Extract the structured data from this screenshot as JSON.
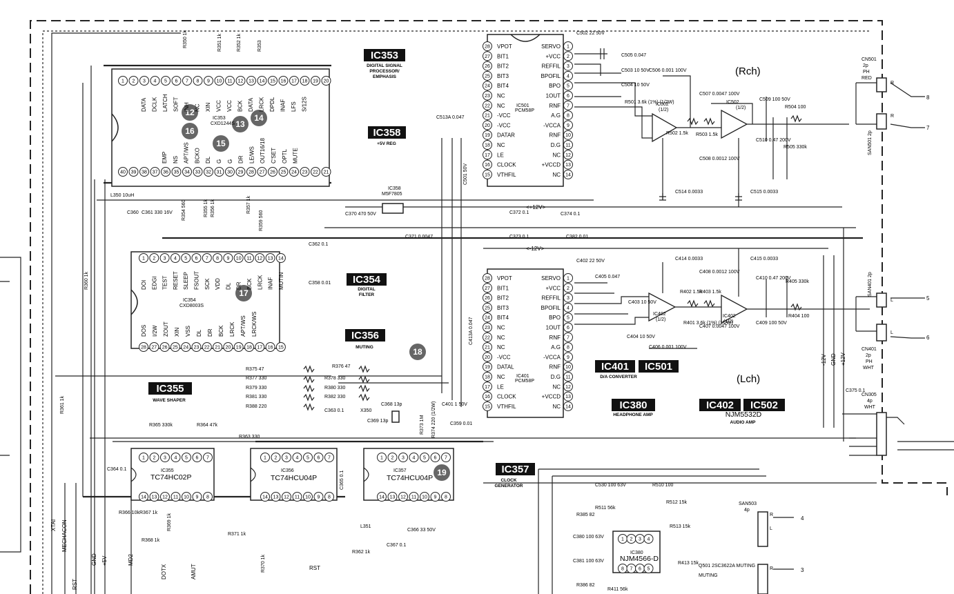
{
  "ic_labels": {
    "ic353": {
      "tag": "IC353",
      "desc": "DIGITAL SIGNAL PROCESSOR/ EMPHASIS"
    },
    "ic358": {
      "tag": "IC358",
      "desc": "+5V REG"
    },
    "ic354": {
      "tag": "IC354",
      "desc": "DIGITAL FILTER"
    },
    "ic356": {
      "tag": "IC356",
      "desc": "MUTING"
    },
    "ic355": {
      "tag": "IC355",
      "desc": "WAVE SHAPER"
    },
    "ic357": {
      "tag": "IC357",
      "desc": "CLOCK GENERATOR"
    },
    "ic401": {
      "tag": "IC401"
    },
    "ic501": {
      "tag": "IC501"
    },
    "dac_desc": "D/A CONVERTER",
    "ic380": {
      "tag": "IC380",
      "desc": "HEADPHONE AMP"
    },
    "ic402": {
      "tag": "IC402"
    },
    "ic502": {
      "tag": "IC502"
    },
    "audio_part": "NJM5532D",
    "audio_desc": "AUDIO AMP"
  },
  "channels": {
    "rch": "(Rch)",
    "lch": "(Lch)"
  },
  "chips": {
    "ic353": {
      "name": "IC353",
      "part": "CXD1244S",
      "top_pins": [
        "1",
        "2",
        "3",
        "4",
        "5",
        "6",
        "7",
        "8",
        "9",
        "10",
        "11",
        "12",
        "13",
        "14",
        "15",
        "16",
        "17",
        "18",
        "19",
        "20"
      ],
      "bottom_pins": [
        "40",
        "39",
        "38",
        "37",
        "36",
        "35",
        "34",
        "33",
        "32",
        "31",
        "30",
        "29",
        "28",
        "27",
        "26",
        "25",
        "24",
        "23",
        "22",
        "21"
      ],
      "top_sigs": [
        "DATA",
        "DCLK",
        "LATCH",
        "SOFT",
        "INH",
        "NC",
        "XIN",
        "VCC",
        "VCC",
        "BCK",
        "DATA",
        "LRCK",
        "DPDL",
        "INAF",
        "LFS",
        "S/12S"
      ],
      "bottom_sigs": [
        "EMP",
        "NS",
        "APT/WS",
        "BCKO",
        "DL",
        "G",
        "G",
        "DR",
        "LE/WS",
        "OUT16/18",
        "C'SET",
        "OPTL",
        "MUTE"
      ]
    },
    "ic354": {
      "name": "IC354",
      "part": "CXD8003S",
      "top_pins": [
        "1",
        "2",
        "3",
        "4",
        "5",
        "6",
        "7",
        "8",
        "9",
        "10",
        "11",
        "12",
        "13",
        "14"
      ],
      "bottom_pins": [
        "28",
        "27",
        "26",
        "25",
        "24",
        "23",
        "22",
        "21",
        "20",
        "19",
        "18",
        "17",
        "16",
        "15"
      ],
      "top_sigs": [
        "DOI",
        "EDGI",
        "TEST",
        "RESET",
        "SLEEP",
        "FSOUT",
        "SCK",
        "VDD",
        "DL",
        "DR",
        "BCK",
        "LRCK",
        "INAF",
        "MUTIN"
      ],
      "bottom_sigs": [
        "DOS",
        "I/2W",
        "ZOUT",
        "XIN",
        "VSS",
        "DL",
        "DR",
        "BCK",
        "LRCK",
        "APT/WS",
        "LRCK/WS"
      ]
    },
    "ic501": {
      "name": "IC501",
      "part": "PCM58P",
      "left": [
        [
          "28",
          "VPOT"
        ],
        [
          "27",
          "BIT1"
        ],
        [
          "26",
          "BIT2"
        ],
        [
          "25",
          "BIT3"
        ],
        [
          "24",
          "BIT4"
        ],
        [
          "23",
          "NC"
        ],
        [
          "22",
          "NC"
        ],
        [
          "21",
          "-VCC"
        ],
        [
          "20",
          "-VCC"
        ],
        [
          "19",
          "DATAR"
        ],
        [
          "18",
          "NC"
        ],
        [
          "17",
          "LE"
        ],
        [
          "16",
          "CLOCK"
        ],
        [
          "15",
          "VTHFIL"
        ]
      ],
      "right": [
        [
          "1",
          "SERVO"
        ],
        [
          "2",
          "+VCC"
        ],
        [
          "3",
          "REFFIL"
        ],
        [
          "4",
          "BPOFIL"
        ],
        [
          "5",
          "BPO"
        ],
        [
          "6",
          "1OUT"
        ],
        [
          "7",
          "RNF"
        ],
        [
          "8",
          "A.G"
        ],
        [
          "9",
          "-VCCA"
        ],
        [
          "10",
          "RNF"
        ],
        [
          "11",
          "D.G"
        ],
        [
          "12",
          "NC"
        ],
        [
          "13",
          "+VCCD"
        ],
        [
          "14",
          "NC"
        ]
      ]
    },
    "ic401": {
      "name": "IC401",
      "part": "PCM58P",
      "left": [
        [
          "28",
          "VPOT"
        ],
        [
          "27",
          "BIT1"
        ],
        [
          "26",
          "BIT2"
        ],
        [
          "25",
          "BIT3"
        ],
        [
          "24",
          "BIT4"
        ],
        [
          "23",
          "NC"
        ],
        [
          "22",
          "NC"
        ],
        [
          "21",
          "NC"
        ],
        [
          "20",
          "-VCC"
        ],
        [
          "19",
          "DATAL"
        ],
        [
          "18",
          "NC"
        ],
        [
          "17",
          "LE"
        ],
        [
          "16",
          "CLOCK"
        ],
        [
          "15",
          "VTHFIL"
        ]
      ],
      "right": [
        [
          "1",
          "SERVO"
        ],
        [
          "2",
          "+VCC"
        ],
        [
          "3",
          "REFFIL"
        ],
        [
          "4",
          "BPOFIL"
        ],
        [
          "5",
          "BPO"
        ],
        [
          "6",
          "1OUT"
        ],
        [
          "7",
          "RNF"
        ],
        [
          "8",
          "A.G"
        ],
        [
          "9",
          "-VCCA"
        ],
        [
          "10",
          "RNF"
        ],
        [
          "11",
          "D.G"
        ],
        [
          "12",
          "NC"
        ],
        [
          "13",
          "+VCCD"
        ],
        [
          "14",
          "NC"
        ]
      ]
    },
    "ic355": {
      "name": "IC355",
      "part": "TC74HC02P",
      "top": [
        "1",
        "2",
        "3",
        "4",
        "5",
        "6",
        "7"
      ],
      "bottom": [
        "14",
        "13",
        "12",
        "11",
        "10",
        "9",
        "8"
      ]
    },
    "ic356": {
      "name": "IC356",
      "part": "TC74HCU04P",
      "top": [
        "1",
        "2",
        "3",
        "4",
        "5",
        "6",
        "7"
      ],
      "bottom": [
        "14",
        "13",
        "12",
        "11",
        "10",
        "9",
        "8"
      ]
    },
    "ic357": {
      "name": "IC357",
      "part": "TC74HCU04P",
      "top": [
        "1",
        "2",
        "3",
        "4",
        "5",
        "6",
        "7"
      ],
      "bottom": [
        "14",
        "13",
        "12",
        "11",
        "10",
        "9",
        "8"
      ]
    },
    "ic380": {
      "name": "IC380",
      "part": "NJM4566-D",
      "top": [
        "1",
        "2",
        "3",
        "4"
      ],
      "bottom": [
        "8",
        "7",
        "6",
        "5"
      ]
    },
    "ic358": {
      "name": "IC358",
      "part": "M5F7805"
    }
  },
  "opamps": {
    "ic502a": {
      "name": "IC502",
      "sub": "(1/2)"
    },
    "ic502b": {
      "name": "IC502",
      "sub": "(1/2)"
    },
    "ic402a": {
      "name": "IC402",
      "sub": "(1/2)"
    },
    "ic402b": {
      "name": "IC402",
      "sub": "(1/2)"
    }
  },
  "components": [
    {
      "id": "r350",
      "text": "R350 1k"
    },
    {
      "id": "r351",
      "text": "R351 1k"
    },
    {
      "id": "r352",
      "text": "R352 1k"
    },
    {
      "id": "r353",
      "text": "R353"
    },
    {
      "id": "c502",
      "text": "C502 22 50V"
    },
    {
      "id": "c505",
      "text": "C505 0.047"
    },
    {
      "id": "c503",
      "text": "C503 10 50V"
    },
    {
      "id": "c504",
      "text": "C504 10 50V"
    },
    {
      "id": "c506",
      "text": "C506 0.001 100V"
    },
    {
      "id": "r501",
      "text": "R501 3.6k (1%) (1/2W)"
    },
    {
      "id": "r502",
      "text": "R502 1.5k"
    },
    {
      "id": "r503",
      "text": "R503 1.5k"
    },
    {
      "id": "c507",
      "text": "C507 0.0047 100V"
    },
    {
      "id": "c509",
      "text": "C509 100 50V"
    },
    {
      "id": "r504",
      "text": "R504 100"
    },
    {
      "id": "c510",
      "text": "C510 0.47 200V"
    },
    {
      "id": "r505",
      "text": "R505 330k"
    },
    {
      "id": "c508",
      "text": "C508 0.0012 100V"
    },
    {
      "id": "c513a",
      "text": "C513A 0.047"
    },
    {
      "id": "c514",
      "text": "C514 0.0033"
    },
    {
      "id": "c515",
      "text": "C515 0.0033"
    },
    {
      "id": "l350",
      "text": "L350 10uH"
    },
    {
      "id": "c360",
      "text": "C360"
    },
    {
      "id": "c361",
      "text": "C361 330 16V"
    },
    {
      "id": "r354",
      "text": "R354 560"
    },
    {
      "id": "r355",
      "text": "R355 1k"
    },
    {
      "id": "r356",
      "text": "R356 1k"
    },
    {
      "id": "r357",
      "text": "R357 1k"
    },
    {
      "id": "r359",
      "text": "R359 560"
    },
    {
      "id": "c370",
      "text": "C370 470 50V"
    },
    {
      "id": "c371",
      "text": "C371 0.0047"
    },
    {
      "id": "c372",
      "text": "C372 0.1"
    },
    {
      "id": "c373",
      "text": "C373 0.1"
    },
    {
      "id": "c374",
      "text": "C374 0.1"
    },
    {
      "id": "c382",
      "text": "C382 0.01"
    },
    {
      "id": "c501",
      "text": "C501 50V"
    },
    {
      "id": "c362",
      "text": "C362 0.1"
    },
    {
      "id": "c358",
      "text": "C358 0.01"
    },
    {
      "id": "c402",
      "text": "C402 22 50V"
    },
    {
      "id": "c405",
      "text": "C405 0.047"
    },
    {
      "id": "c403",
      "text": "C403 10 50V"
    },
    {
      "id": "c404",
      "text": "C404 10 50V"
    },
    {
      "id": "c406",
      "text": "C406 0.001 100V"
    },
    {
      "id": "r401",
      "text": "R401 3.6k (1%) (1/2W)"
    },
    {
      "id": "r402",
      "text": "R402 1.5k"
    },
    {
      "id": "r403",
      "text": "R403 1.5k"
    },
    {
      "id": "c407",
      "text": "C407 0.0047 100V"
    },
    {
      "id": "c408",
      "text": "C408 0.0012 100V"
    },
    {
      "id": "c409",
      "text": "C409 100 50V"
    },
    {
      "id": "c410",
      "text": "C410 0.47 200V"
    },
    {
      "id": "r404",
      "text": "R404 100"
    },
    {
      "id": "r405",
      "text": "R405 330k"
    },
    {
      "id": "c414",
      "text": "C414 0.0033"
    },
    {
      "id": "c415",
      "text": "C415 0.0033"
    },
    {
      "id": "c413a",
      "text": "C413A 0.047"
    },
    {
      "id": "c401",
      "text": "C401 1 50V"
    },
    {
      "id": "r360",
      "text": "R360 1k"
    },
    {
      "id": "r361",
      "text": "R361 1k"
    },
    {
      "id": "r375",
      "text": "R375 47"
    },
    {
      "id": "r376",
      "text": "R376 47"
    },
    {
      "id": "r377",
      "text": "R377 330"
    },
    {
      "id": "r378",
      "text": "R378 330"
    },
    {
      "id": "r379",
      "text": "R379 330"
    },
    {
      "id": "r380",
      "text": "R380 330"
    },
    {
      "id": "r381",
      "text": "R381 330"
    },
    {
      "id": "r382",
      "text": "R382 330"
    },
    {
      "id": "r388",
      "text": "R388 220"
    },
    {
      "id": "c363",
      "text": "C363 0.1"
    },
    {
      "id": "x350",
      "text": "X350"
    },
    {
      "id": "c368",
      "text": "C368 13p"
    },
    {
      "id": "c369",
      "text": "C369 13p"
    },
    {
      "id": "r373",
      "text": "R373 1M"
    },
    {
      "id": "r374",
      "text": "R374 220 (1/2W)"
    },
    {
      "id": "c359",
      "text": "C359 0.01"
    },
    {
      "id": "r365",
      "text": "R365 330k"
    },
    {
      "id": "r364",
      "text": "R364 47k"
    },
    {
      "id": "r363",
      "text": "R363 330"
    },
    {
      "id": "c364",
      "text": "C364 0.1"
    },
    {
      "id": "c365",
      "text": "C365 0.1"
    },
    {
      "id": "r366",
      "text": "R366 10k"
    },
    {
      "id": "r367",
      "text": "R367 1k"
    },
    {
      "id": "r368",
      "text": "R368 1k"
    },
    {
      "id": "r369",
      "text": "R369 1k"
    },
    {
      "id": "r371",
      "text": "R371 1k"
    },
    {
      "id": "r370",
      "text": "R370 1k"
    },
    {
      "id": "l351",
      "text": "L351"
    },
    {
      "id": "c366",
      "text": "C366 33 50V"
    },
    {
      "id": "r362",
      "text": "R362 1k"
    },
    {
      "id": "c367",
      "text": "C367 0.1"
    },
    {
      "id": "c375",
      "text": "C375 0.1"
    },
    {
      "id": "c530",
      "text": "C530 100 63V"
    },
    {
      "id": "r510",
      "text": "R510 100"
    },
    {
      "id": "r511",
      "text": "R511 56k"
    },
    {
      "id": "r512",
      "text": "R512 15k"
    },
    {
      "id": "r513",
      "text": "R513 15k"
    },
    {
      "id": "r385",
      "text": "R385 82"
    },
    {
      "id": "c380",
      "text": "C380 100 63V"
    },
    {
      "id": "c381",
      "text": "C381 100 63V"
    },
    {
      "id": "r386",
      "text": "R386 82"
    },
    {
      "id": "r411",
      "text": "R411 56k"
    },
    {
      "id": "r413",
      "text": "R413 15k"
    },
    {
      "id": "q501",
      "text": "Q501 2SC3622A MUTING"
    }
  ],
  "connectors": {
    "cn501": {
      "name": "CN501",
      "desc": "2p PH RED"
    },
    "san501": {
      "name": "SAN501",
      "desc": "2p"
    },
    "san401": {
      "name": "SAN401",
      "desc": "2p"
    },
    "cn401": {
      "name": "CN401",
      "desc": "2p PH WHT"
    },
    "cn305": {
      "name": "CN305",
      "desc": "4p WHT"
    },
    "san503": {
      "name": "SAN503",
      "desc": "4p"
    }
  },
  "nets": {
    "p12v": "+12V",
    "m12v": "-12V",
    "gnd": "GND",
    "p5v": "+5V",
    "xtai": "XTAI",
    "mechacon": "MECHACON",
    "rst": "RST",
    "rstb": "RST",
    "md2": "MD2",
    "dotx": "DOTX",
    "amut": "AMUT",
    "muting": "MUTING"
  },
  "rails_right": [
    "-12V",
    "GND",
    "+12V"
  ],
  "ports": [
    "8",
    "7",
    "5",
    "6",
    "4",
    "3"
  ],
  "pin_letters": {
    "r": "R",
    "l": "L"
  },
  "callouts": [
    "12",
    "13",
    "14",
    "15",
    "16",
    "17",
    "18",
    "19"
  ]
}
